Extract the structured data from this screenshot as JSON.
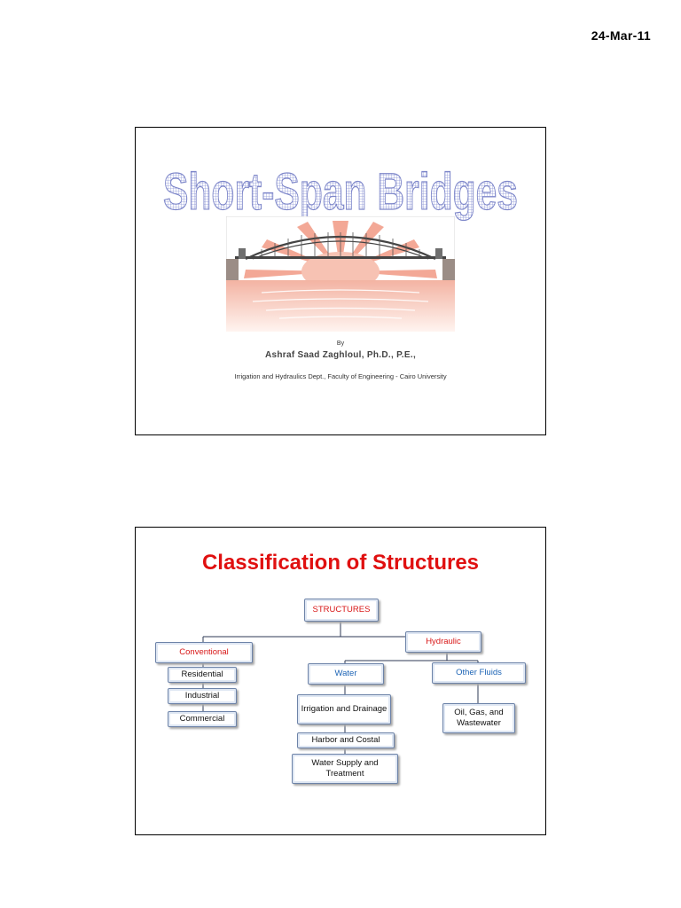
{
  "header": {
    "date": "24-Mar-11"
  },
  "slide1": {
    "title": "Short-Span Bridges",
    "by": "By",
    "author": "Ashraf   Saad Zaghloul, Ph.D., P.E.,",
    "affiliation": "Irrigation and Hydraulics Dept., Faculty of Engineering - Cairo University",
    "title_color": "#7d86c9",
    "illustration_colors": {
      "sun": "#f19a84",
      "water": "#f3b3a2",
      "bridge": "#555555"
    }
  },
  "slide2": {
    "title": "Classification of Structures",
    "title_color": "#e01010",
    "chart": {
      "root": "STRUCTURES",
      "conventional": {
        "label": "Conventional",
        "children": [
          "Residential",
          "Industrial",
          "Commercial"
        ]
      },
      "hydraulic": {
        "label": "Hydraulic",
        "water": {
          "label": "Water",
          "children": [
            "Irrigation and Drainage",
            "Harbor and Costal",
            "Water Supply and Treatment"
          ]
        },
        "other_fluids": {
          "label": "Other Fluids",
          "children": [
            "Oil, Gas, and Wastewater"
          ]
        }
      }
    }
  }
}
